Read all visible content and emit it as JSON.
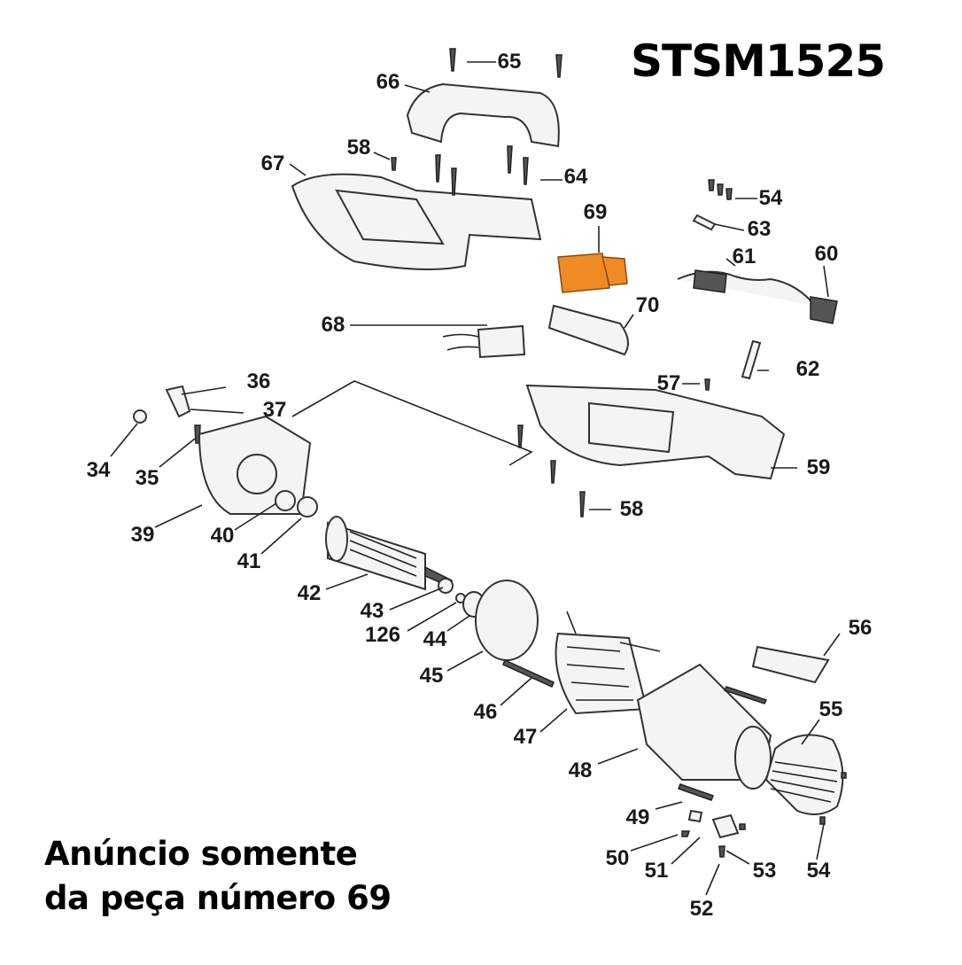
{
  "title": "STSM1525",
  "note": {
    "line1": "Anúncio somente",
    "line2": "da peça número 69"
  },
  "highlight_color": "#F08A24",
  "parts": {
    "p65": "65",
    "p66": "66",
    "p58a": "58",
    "p67": "67",
    "p64": "64",
    "p54a": "54",
    "p69": "69",
    "p63": "63",
    "p61": "61",
    "p60": "60",
    "p70": "70",
    "p68": "68",
    "p36": "36",
    "p57": "57",
    "p62": "62",
    "p37": "37",
    "p34": "34",
    "p35": "35",
    "p59": "59",
    "p58b": "58",
    "p39": "39",
    "p40": "40",
    "p41": "41",
    "p42": "42",
    "p43": "43",
    "p126": "126",
    "p44": "44",
    "p56": "56",
    "p45": "45",
    "p55": "55",
    "p46": "46",
    "p47": "47",
    "p48": "48",
    "p49": "49",
    "p50": "50",
    "p51": "51",
    "p53": "53",
    "p54b": "54",
    "p52": "52"
  }
}
